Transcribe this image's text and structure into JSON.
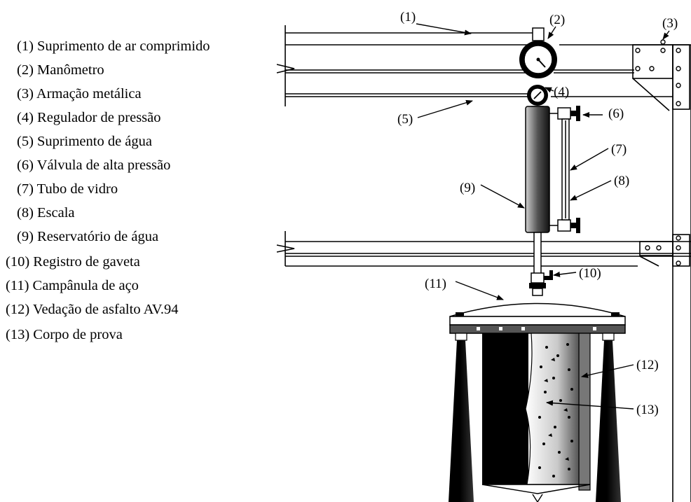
{
  "legend": [
    {
      "id": "1",
      "text": "(1) Suprimento de ar comprimido"
    },
    {
      "id": "2",
      "text": "(2) Manômetro"
    },
    {
      "id": "3",
      "text": "(3) Armação metálica"
    },
    {
      "id": "4",
      "text": "(4) Regulador de pressão"
    },
    {
      "id": "5",
      "text": "(5) Suprimento de água"
    },
    {
      "id": "6",
      "text": "(6) Válvula de alta pressão"
    },
    {
      "id": "7",
      "text": "(7) Tubo de vidro"
    },
    {
      "id": "8",
      "text": "(8) Escala"
    },
    {
      "id": "9",
      "text": "(9) Reservatório de água"
    },
    {
      "id": "10",
      "text": "(10) Registro de gaveta"
    },
    {
      "id": "11",
      "text": "(11) Campânula de aço"
    },
    {
      "id": "12",
      "text": "(12) Vedação de asfalto AV.94"
    },
    {
      "id": "13",
      "text": "(13) Corpo de prova"
    }
  ],
  "callouts": {
    "c1": "(1)",
    "c2": "(2)",
    "c3": "(3)",
    "c4": "(4)",
    "c5": "(5)",
    "c6": "(6)",
    "c7": "(7)",
    "c8": "(8)",
    "c9": "(9)",
    "c10": "(10)",
    "c11": "(11)",
    "c12": "(12)",
    "c13": "(13)"
  }
}
